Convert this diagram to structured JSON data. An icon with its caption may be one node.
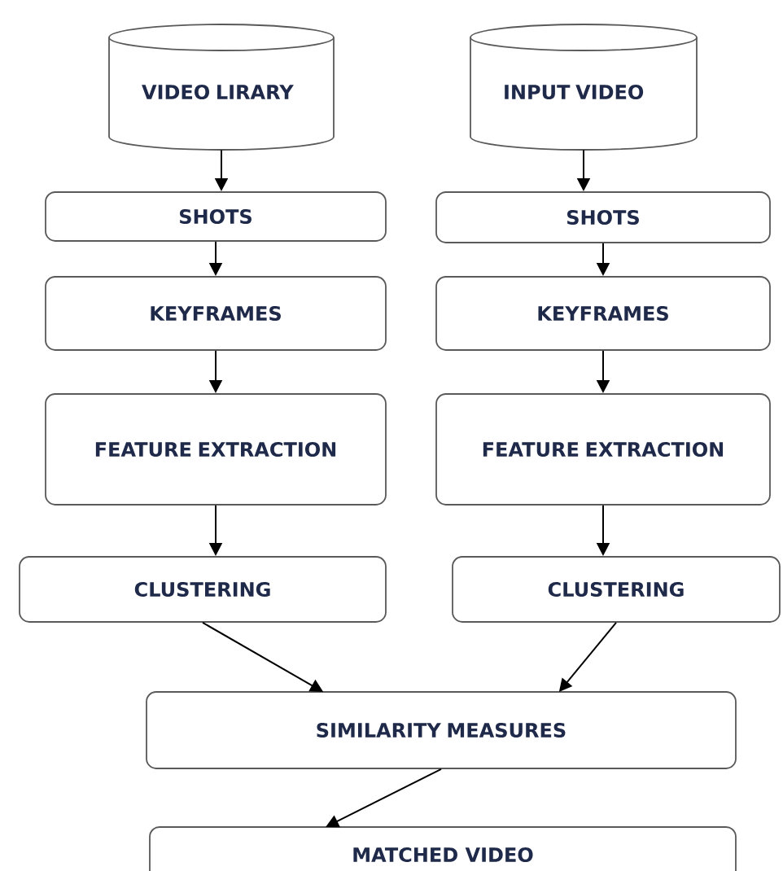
{
  "diagram": {
    "nodes": [
      {
        "text": [
          "VIDEO LIRARY"
        ]
      },
      {
        "text": [
          "INPUT VIDEO"
        ]
      },
      {
        "text": [
          "SHOTS"
        ]
      },
      {
        "text": [
          "SHOTS"
        ]
      },
      {
        "text": [
          "KEYFRAMES"
        ]
      },
      {
        "text": [
          "KEYFRAMES"
        ]
      },
      {
        "text": [
          "FEATURE EXTRACTION"
        ]
      },
      {
        "text": [
          "FEATURE EXTRACTION"
        ]
      },
      {
        "text": [
          "CLUSTERING"
        ]
      },
      {
        "text": [
          "CLUSTERING"
        ]
      },
      {
        "text": [
          "SIMILARITY MEASURES"
        ]
      },
      {
        "text": [
          "MATCHED VIDEO"
        ]
      }
    ],
    "edges": [
      {
        "from": 0,
        "to": 2,
        "arrow": "to"
      },
      {
        "from": 1,
        "to": 3,
        "arrow": "to"
      },
      {
        "from": 2,
        "to": 4,
        "arrow": "to"
      },
      {
        "from": 3,
        "to": 5,
        "arrow": "to"
      },
      {
        "from": 4,
        "to": 6,
        "arrow": "to"
      },
      {
        "from": 5,
        "to": 7,
        "arrow": "to"
      },
      {
        "from": 6,
        "to": 8,
        "arrow": "to"
      },
      {
        "from": 7,
        "to": 9,
        "arrow": "to"
      },
      {
        "from": 8,
        "to": 10,
        "arrow": "to"
      },
      {
        "from": 9,
        "to": 10,
        "arrow": "to"
      },
      {
        "from": 10,
        "to": 11,
        "arrow": "to"
      }
    ]
  }
}
